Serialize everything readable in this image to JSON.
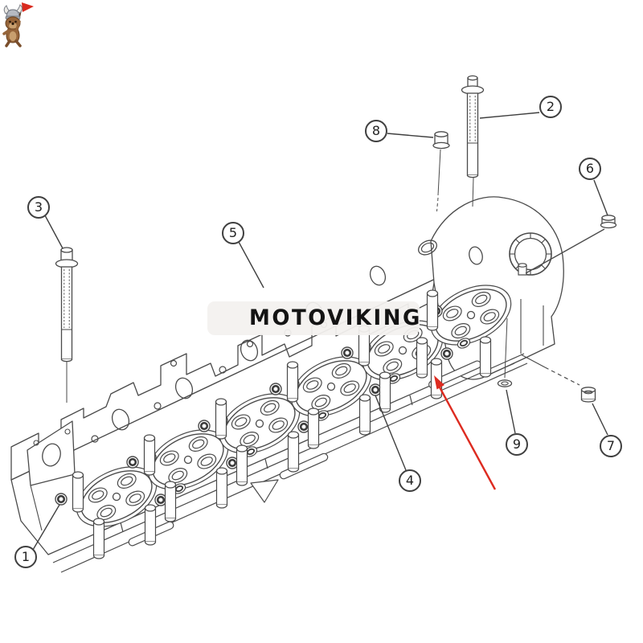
{
  "image_type": "engine-cylinder-head-parts-diagram",
  "watermark": {
    "brand": "MOTOVIKING",
    "mascot": "viking-dog-mascot",
    "bg_color": "#f3f1ef",
    "text_color": "#141414"
  },
  "callouts": [
    {
      "label": "1"
    },
    {
      "label": "2"
    },
    {
      "label": "3"
    },
    {
      "label": "4"
    },
    {
      "label": "5"
    },
    {
      "label": "6"
    },
    {
      "label": "7"
    },
    {
      "label": "8"
    },
    {
      "label": "9"
    }
  ],
  "annotation_arrow": {
    "color": "#dd2b20"
  },
  "colors": {
    "background": "#ffffff",
    "line": "#4a4a4a",
    "arrow": "#dd2b20",
    "mascot_fur": "#96653a",
    "mascot_helmet": "#b6bac2",
    "mascot_flag": "#d92b1f"
  }
}
